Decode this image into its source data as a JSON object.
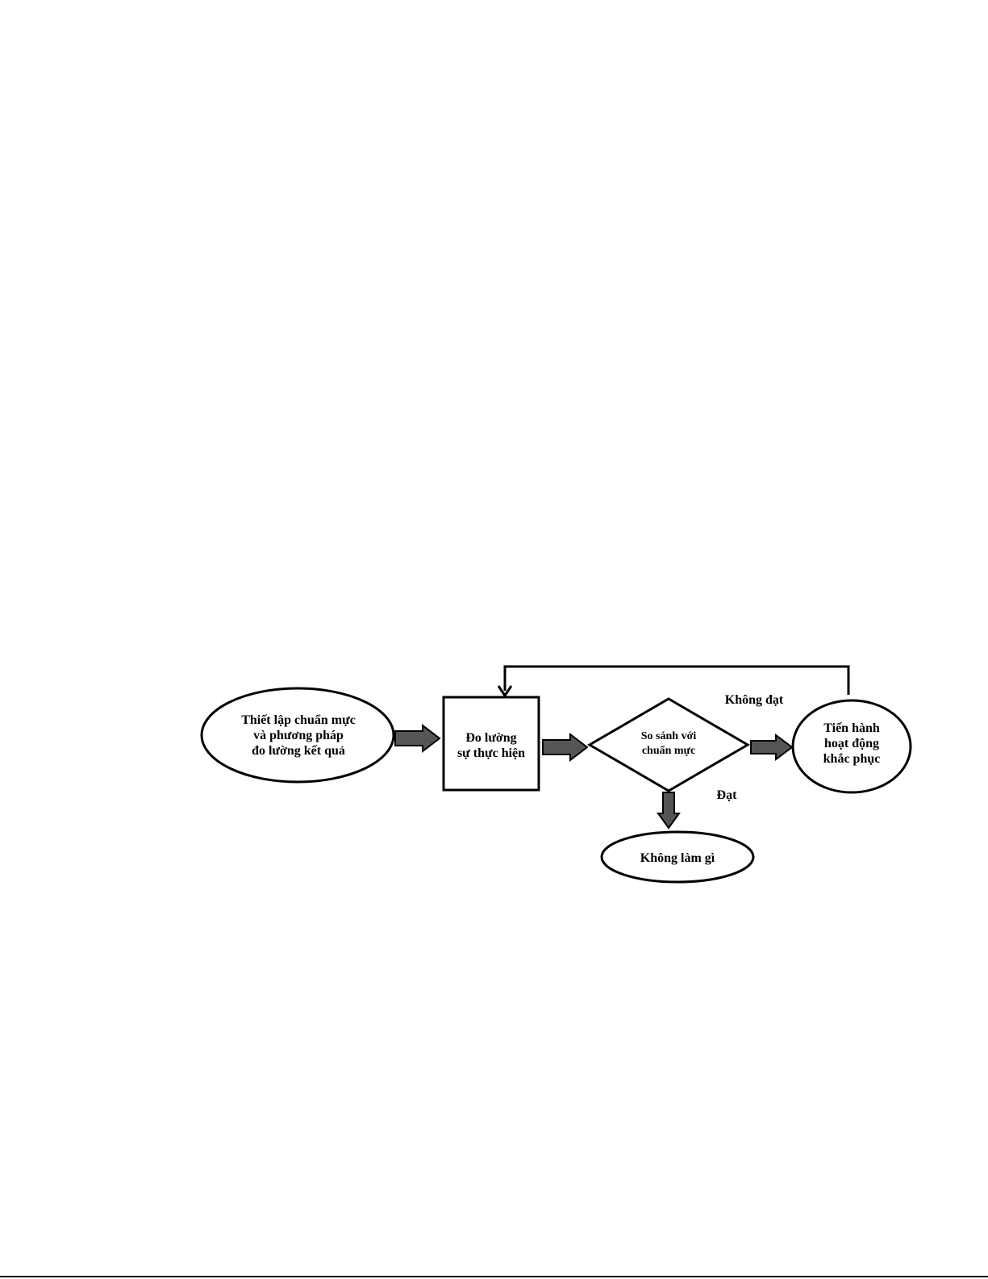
{
  "diagram": {
    "nodes": {
      "standards": {
        "shape": "ellipse",
        "lines": [
          "Thiết lập chuẩn mực",
          "và phương pháp",
          "đo lường kết quả"
        ]
      },
      "measure": {
        "shape": "rectangle",
        "lines": [
          "Đo lường",
          "sự thực hiện"
        ]
      },
      "compare": {
        "shape": "diamond",
        "lines": [
          "So sánh với",
          "chuẩn mực"
        ]
      },
      "corrective": {
        "shape": "ellipse",
        "lines": [
          "Tiến hành",
          "hoạt động",
          "khắc phục"
        ]
      },
      "nothing": {
        "shape": "ellipse",
        "lines": [
          "Không làm gì"
        ]
      }
    },
    "edges": {
      "not_met_label": "Không đạt",
      "met_label": "Đạt"
    },
    "colors": {
      "stroke": "#000000",
      "block_arrow_fill": "#555555",
      "background": "#ffffff"
    }
  }
}
